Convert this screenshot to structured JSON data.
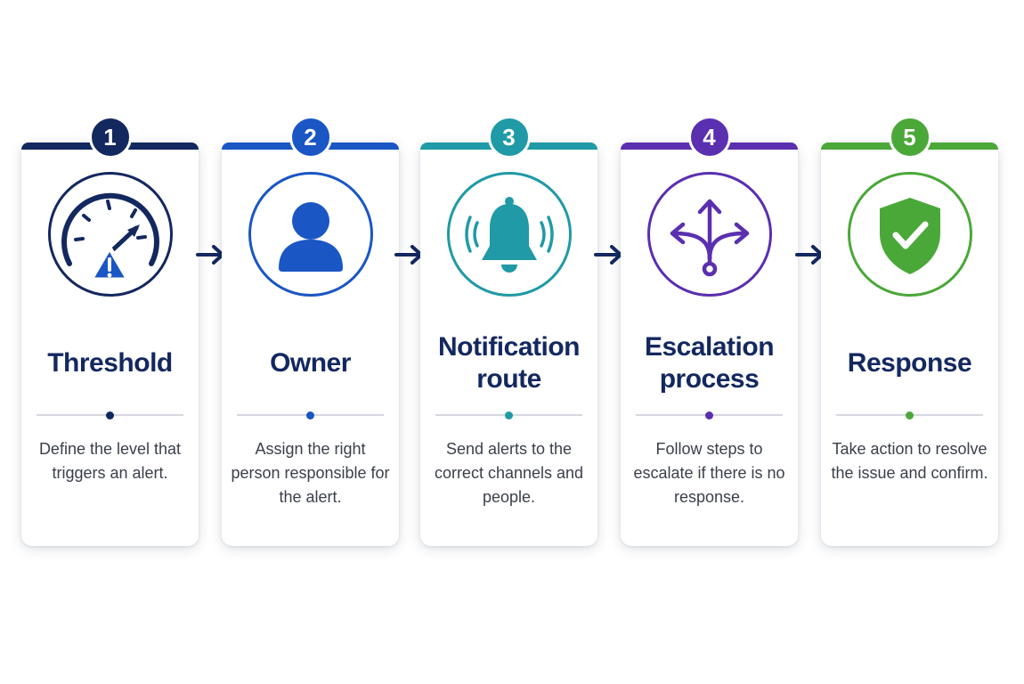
{
  "steps": [
    {
      "number": "1",
      "title": "Threshold",
      "description": "Define the level that triggers an alert.",
      "color": "#13285f",
      "icon": "gauge-warning-icon"
    },
    {
      "number": "2",
      "title": "Owner",
      "description": "Assign the right person responsible for the alert.",
      "color": "#1a56c4",
      "icon": "person-icon"
    },
    {
      "number": "3",
      "title": "Notification route",
      "description": "Send alerts to the correct channels and people.",
      "color": "#1f9aa6",
      "icon": "bell-icon"
    },
    {
      "number": "4",
      "title": "Escalation process",
      "description": "Follow steps to escalate if there is no response.",
      "color": "#5a2fb0",
      "icon": "escalation-branch-icon"
    },
    {
      "number": "5",
      "title": "Response",
      "description": "Take action to resolve the issue and confirm.",
      "color": "#4aa838",
      "icon": "shield-check-icon"
    }
  ],
  "arrow_color": "#13285f"
}
